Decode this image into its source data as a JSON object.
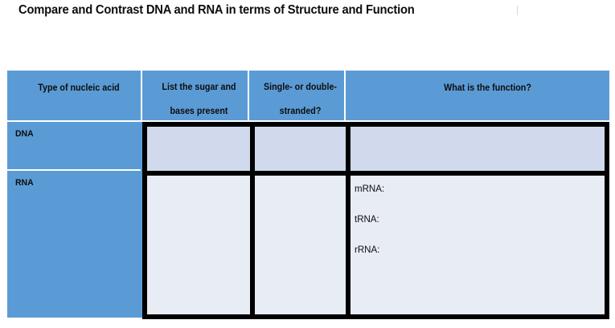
{
  "document": {
    "title": "Compare and Contrast DNA and RNA in terms of Structure and Function"
  },
  "colors": {
    "header_fill": "#5B9BD5",
    "dna_cell_fill": "#D0DAEC",
    "rna_cell_fill": "#E8ECF5",
    "border": "#000000",
    "text": "#0D0D0D",
    "gridline": "#FFFFFF"
  },
  "table": {
    "columns": [
      {
        "header_line1": "Type of nucleic acid",
        "header_line2": ""
      },
      {
        "header_line1": "List the sugar and",
        "header_line2": "bases present"
      },
      {
        "header_line1": "Single- or double-",
        "header_line2": "stranded?"
      },
      {
        "header_line1": "What is the function?",
        "header_line2": ""
      }
    ],
    "rows": [
      {
        "label": "DNA",
        "sugar_and_bases": "",
        "strandedness": "",
        "function": ""
      },
      {
        "label": "RNA",
        "sugar_and_bases": "",
        "strandedness": "",
        "function_items": [
          "mRNA:",
          "tRNA:",
          "rRNA:"
        ]
      }
    ]
  }
}
